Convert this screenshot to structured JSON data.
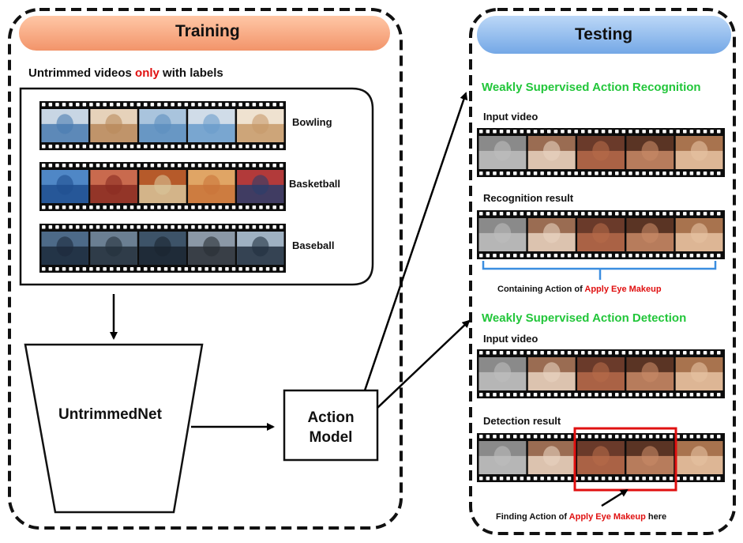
{
  "training": {
    "header": "Training",
    "caption_pre": "Untrimmed videos ",
    "caption_highlight": "only",
    "caption_post": " with labels",
    "classes": [
      "Bowling",
      "Basketball",
      "Baseball"
    ],
    "network": "UntrimmedNet"
  },
  "action_model": {
    "line1": "Action",
    "line2": "Model"
  },
  "testing": {
    "header": "Testing",
    "recognition": {
      "title": "Weakly Supervised Action Recognition",
      "input_label": "Input video",
      "result_label": "Recognition  result",
      "note_pre": "Containing Action of ",
      "note_action": "Apply Eye Makeup",
      "note_post": ""
    },
    "detection": {
      "title": "Weakly Supervised Action Detection",
      "input_label": "Input video",
      "result_label": "Detection result",
      "note_pre": "Finding Action of ",
      "note_action": "Apply Eye Makeup",
      "note_post": " here"
    }
  },
  "colors": {
    "training_header": "#f7a47a",
    "testing_header": "#8ab8ec",
    "highlight_red": "#e01010",
    "title_green": "#22c63a",
    "brace_blue": "#3b8ee0",
    "detection_box": "#e01010"
  }
}
